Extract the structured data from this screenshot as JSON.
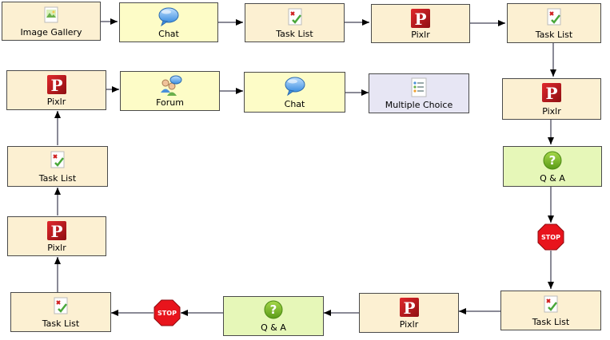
{
  "nodes": [
    {
      "id": "n1",
      "label": "Image Gallery",
      "icon": "image-gallery-icon"
    },
    {
      "id": "n2",
      "label": "Chat",
      "icon": "chat-bubble-icon"
    },
    {
      "id": "n3",
      "label": "Task List",
      "icon": "task-list-icon"
    },
    {
      "id": "n4",
      "label": "Pixlr",
      "icon": "pixlr-icon"
    },
    {
      "id": "n5",
      "label": "Task List",
      "icon": "task-list-icon"
    },
    {
      "id": "n6",
      "label": "Pixlr",
      "icon": "pixlr-icon"
    },
    {
      "id": "n7",
      "label": "Q & A",
      "icon": "question-icon"
    },
    {
      "id": "n8",
      "label": "Task List",
      "icon": "task-list-icon"
    },
    {
      "id": "n9",
      "label": "Pixlr",
      "icon": "pixlr-icon"
    },
    {
      "id": "n10",
      "label": "Q & A",
      "icon": "question-icon"
    },
    {
      "id": "n11",
      "label": "Task List",
      "icon": "task-list-icon"
    },
    {
      "id": "n12",
      "label": "Pixlr",
      "icon": "pixlr-icon"
    },
    {
      "id": "n13",
      "label": "Task List",
      "icon": "task-list-icon"
    },
    {
      "id": "n14",
      "label": "Pixlr",
      "icon": "pixlr-icon"
    },
    {
      "id": "n15",
      "label": "Forum",
      "icon": "forum-icon"
    },
    {
      "id": "n16",
      "label": "Chat",
      "icon": "chat-bubble-icon"
    },
    {
      "id": "n17",
      "label": "Multiple Choice",
      "icon": "multiple-choice-icon"
    }
  ],
  "stops": [
    {
      "id": "s1",
      "label": "STOP",
      "icon": "stop-sign-icon"
    },
    {
      "id": "s2",
      "label": "STOP",
      "icon": "stop-sign-icon"
    }
  ],
  "colors": {
    "activity": "#fcf0d2",
    "communication": "#fdfcc7",
    "assessment": "#e6f7b8",
    "quiz": "#e7e6f4",
    "stop": "#e8141c",
    "connector": "#8a8a96"
  }
}
